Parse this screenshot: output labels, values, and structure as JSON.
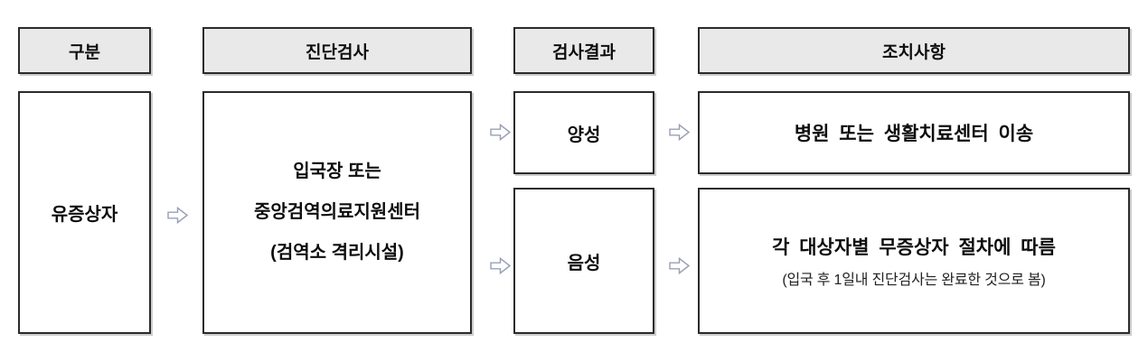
{
  "colors": {
    "background": "#ffffff",
    "header_fill": "#e9e9e9",
    "box_border": "#2b2b2b",
    "text": "#0d0d0d",
    "note_text": "#222222",
    "arrow_outline": "#99a0b6",
    "arrow_fill": "#ffffff"
  },
  "headers": {
    "category": "구분",
    "test": "진단검사",
    "result": "검사결과",
    "action": "조치사항"
  },
  "nodes": {
    "subject": "유증상자",
    "test_site": {
      "line1": "입국장 또는",
      "line2": "중앙검역의료지원센터",
      "line3": "(검역소 격리시설)"
    },
    "result_positive": "양성",
    "result_negative": "음성",
    "action_positive": "병원 또는 생활치료센터 이송",
    "action_negative_main": "각 대상자별 무증상자 절차에 따름",
    "action_negative_note": "(입국 후 1일내 진단검사는 완료한 것으로 봄)"
  },
  "icons": {
    "arrow": "rightwards-white-arrow"
  }
}
